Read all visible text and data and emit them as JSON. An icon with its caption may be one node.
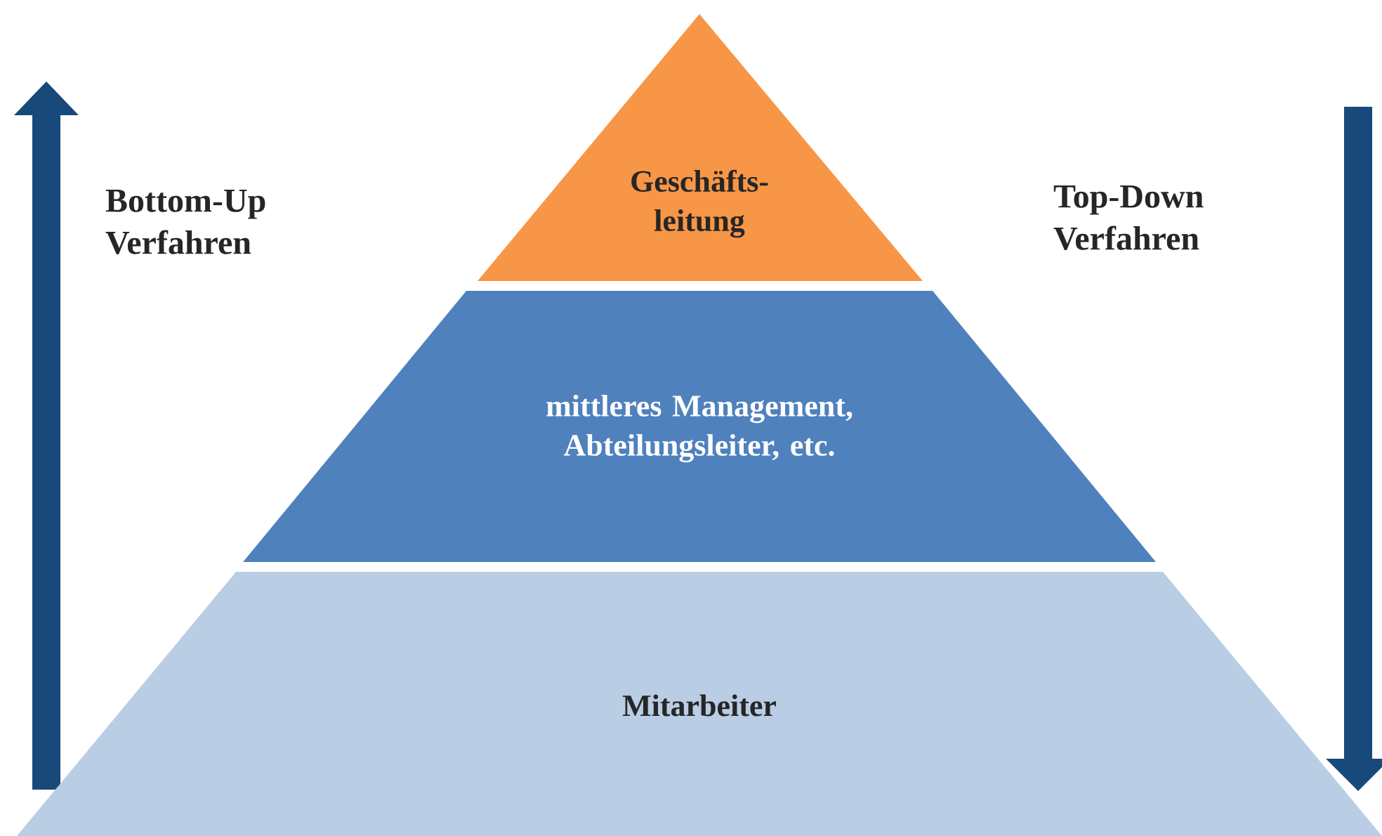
{
  "diagram": {
    "nodes": [
      {
        "text": [
          "Geschäfts-leitung"
        ]
      },
      {
        "text": [
          "mittleres Management, Abteilungsleiter, etc."
        ]
      },
      {
        "text": [
          "Mitarbeiter"
        ]
      }
    ],
    "labels": [
      "Bottom-Up Verfahren",
      "Top-Down Verfahren"
    ]
  }
}
